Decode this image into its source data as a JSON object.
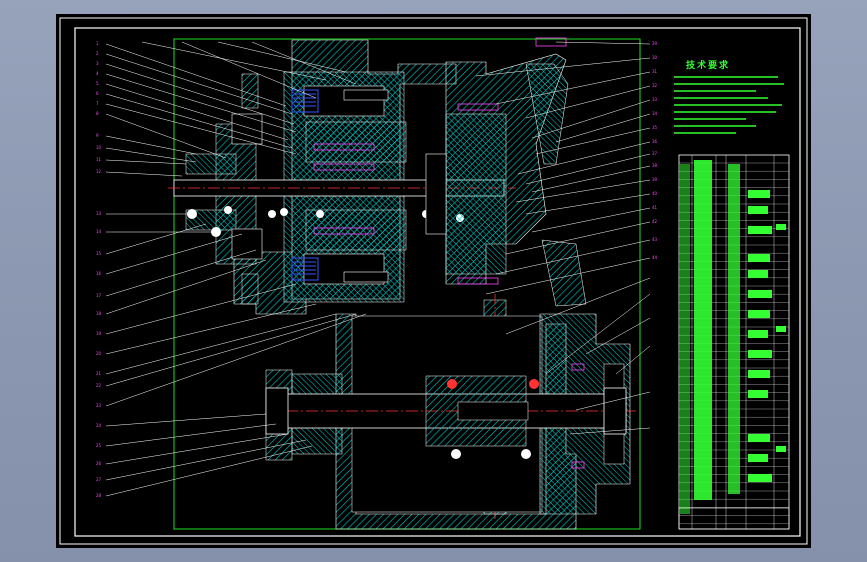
{
  "drawing": {
    "type": "CAD assembly drawing",
    "tech_requirements_title": "技术要求",
    "colors": {
      "background": "#000000",
      "window": "#9aa5bd",
      "frame_line": "#ffffff",
      "green_line": "#22dd22",
      "hatch": "#00cccc",
      "part_blue": "#3355ff",
      "centerline": "#ff3333",
      "text_green": "#33ff33",
      "magenta": "#ff44ff"
    },
    "icons": [
      "cad-drawing-frame",
      "section-view",
      "parts-list-table"
    ]
  }
}
